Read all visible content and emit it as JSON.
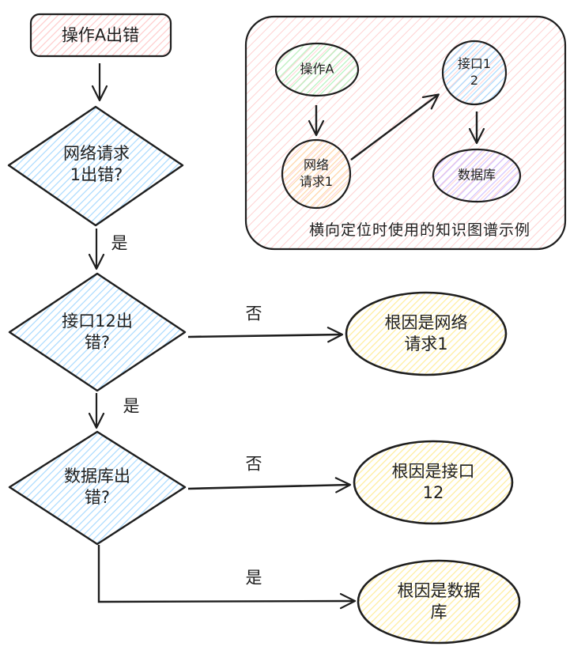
{
  "palette": {
    "stroke": "#1e1e1e",
    "pink_fill": "#ffc9c9",
    "blue_fill": "#a5d8ff",
    "yellow_fill": "#ffec99",
    "green_fill": "#b2f2bb",
    "orange_fill": "#ffd8a8",
    "purple_fill": "#d0bfff"
  },
  "flowchart": {
    "start": {
      "lines": [
        "操作A出错"
      ]
    },
    "decision_network": {
      "lines": [
        "网络请求",
        "1出错?"
      ]
    },
    "decision_interface": {
      "lines": [
        "接口12出",
        "错?"
      ]
    },
    "decision_database": {
      "lines": [
        "数据库出",
        "错?"
      ]
    },
    "result_network": {
      "lines": [
        "根因是网络",
        "请求1"
      ]
    },
    "result_interface": {
      "lines": [
        "根因是接口",
        "12"
      ]
    },
    "result_database": {
      "lines": [
        "根因是数据",
        "库"
      ]
    },
    "edge_labels": {
      "yes1": "是",
      "no1": "否",
      "yes2": "是",
      "no2": "否",
      "yes3": "是"
    }
  },
  "knowledge_graph": {
    "caption": "横向定位时使用的知识图谱示例",
    "node_operation": {
      "lines": [
        "操作A"
      ]
    },
    "node_interface": {
      "lines": [
        "接口1",
        "2"
      ]
    },
    "node_network": {
      "lines": [
        "网络",
        "请求1"
      ]
    },
    "node_database": {
      "lines": [
        "数据库"
      ]
    }
  }
}
